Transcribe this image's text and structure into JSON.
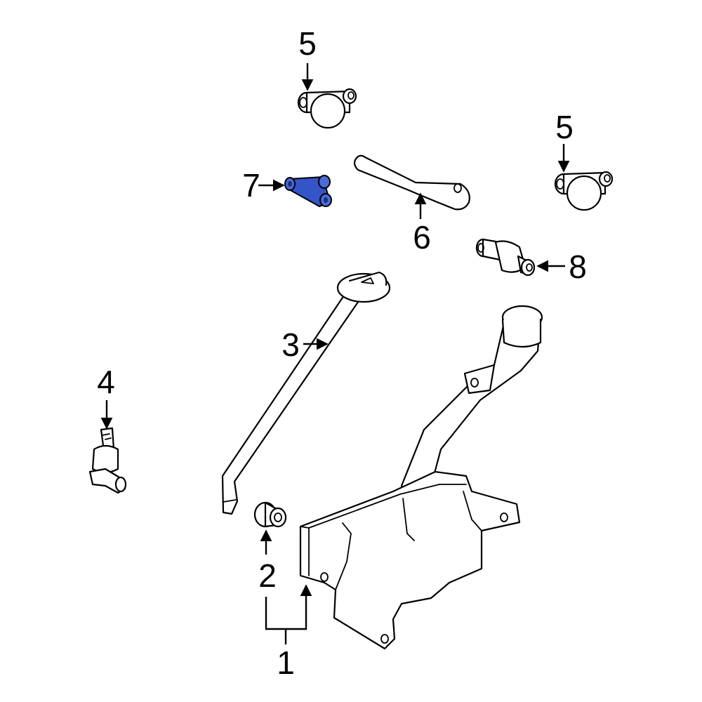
{
  "callouts": {
    "c1": "1",
    "c2": "2",
    "c3": "3",
    "c4": "4",
    "c5a": "5",
    "c5b": "5",
    "c6": "6",
    "c7": "7",
    "c8": "8"
  },
  "colors": {
    "line": "#000000",
    "highlight": "#3355c8",
    "background": "#ffffff"
  }
}
